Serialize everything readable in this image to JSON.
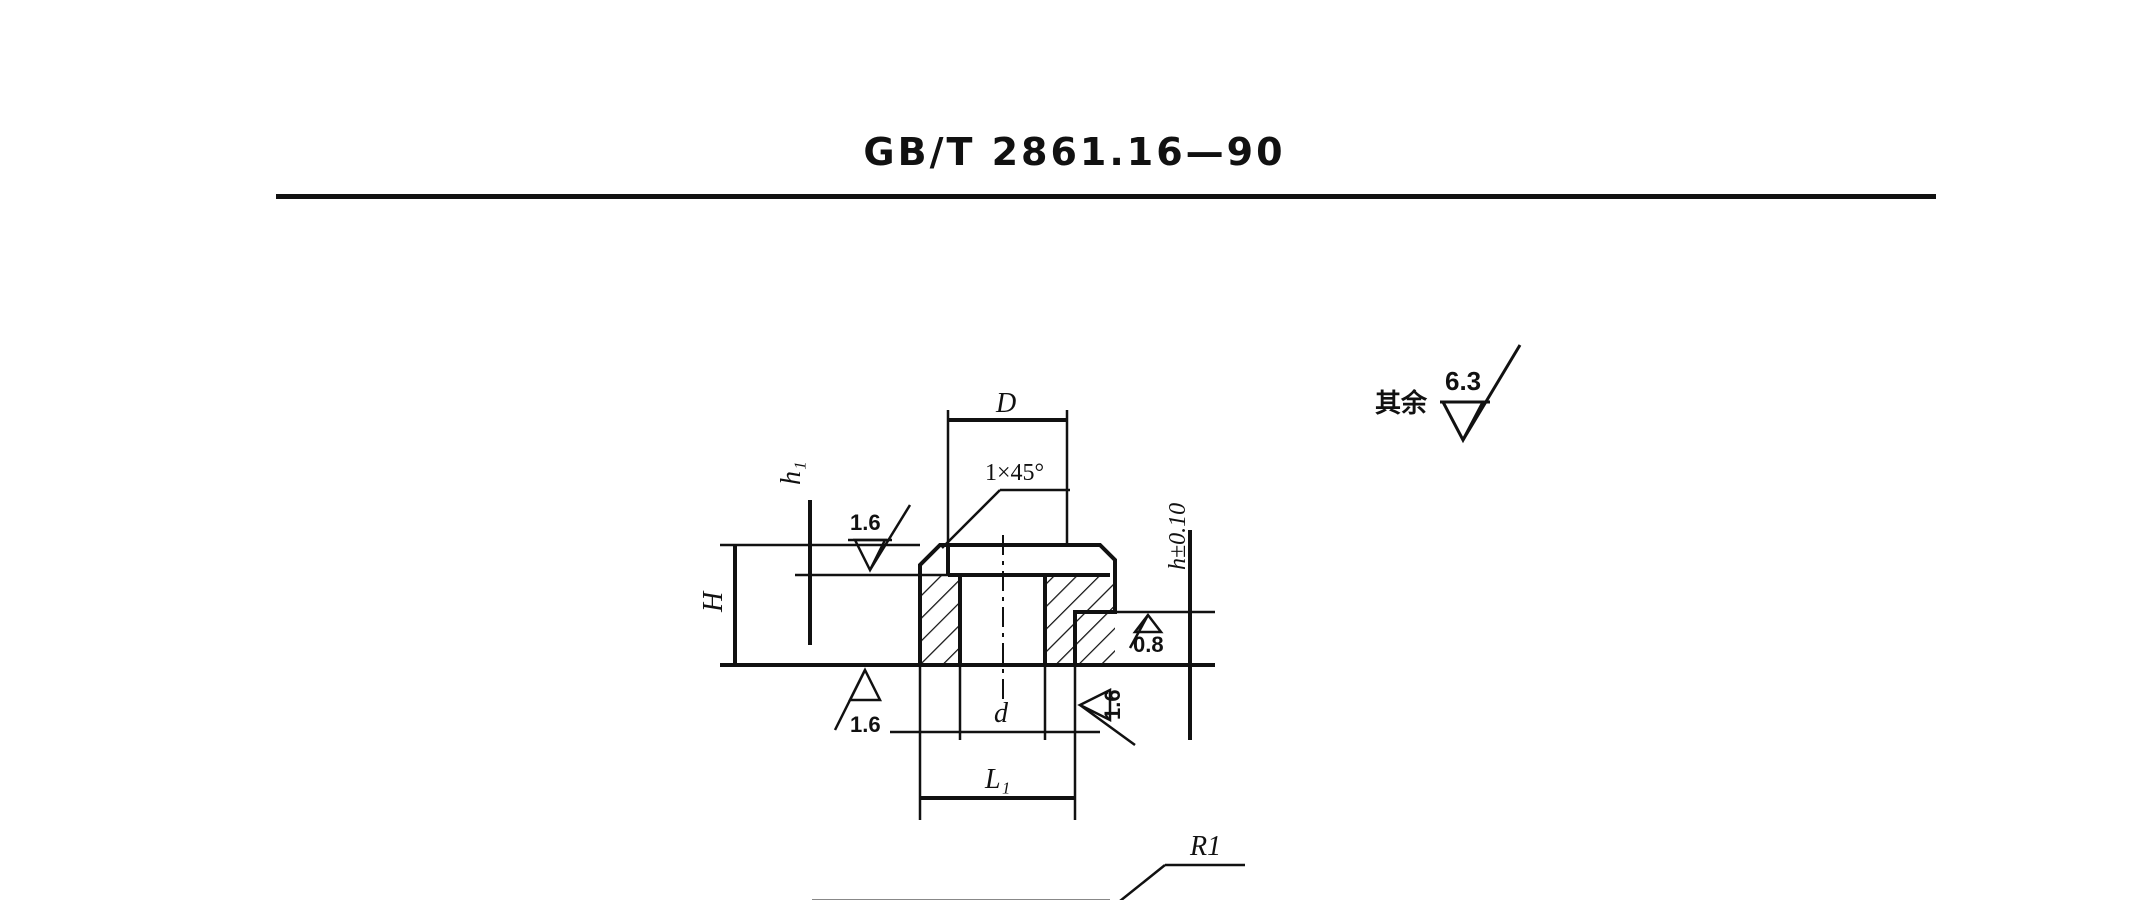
{
  "header": {
    "standard_number": "GB/T 2861.16—90"
  },
  "drawing": {
    "dimensions": {
      "D": "D",
      "d": "d",
      "L1": "L₁",
      "H": "H",
      "h1": "h₁",
      "h_tol": "h±0.10",
      "chamfer": "1×45°",
      "radius": "R1"
    },
    "roughness": {
      "default_label": "其余",
      "default_value": "6.3",
      "top_left": "1.6",
      "bottom_left": "1.6",
      "bottom_right": "1.6",
      "step": "0.8"
    }
  }
}
